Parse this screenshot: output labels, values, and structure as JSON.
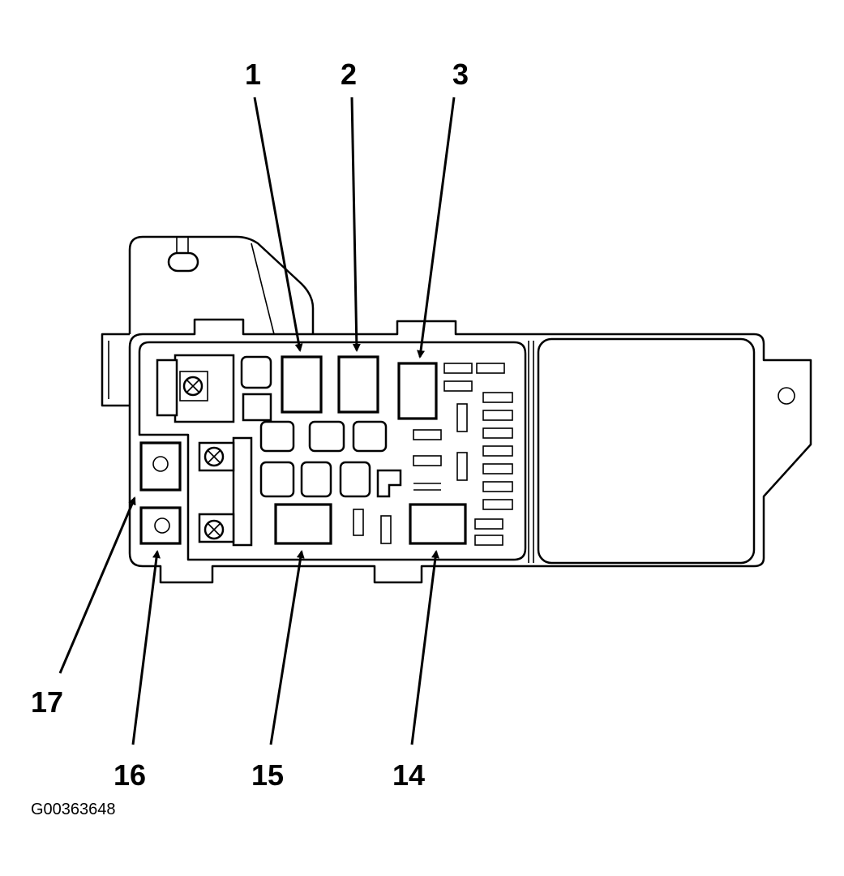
{
  "diagram": {
    "callouts": {
      "c1": "1",
      "c2": "2",
      "c3": "3",
      "c14": "14",
      "c15": "15",
      "c16": "16",
      "c17": "17"
    },
    "figure_id": "G00363648"
  }
}
